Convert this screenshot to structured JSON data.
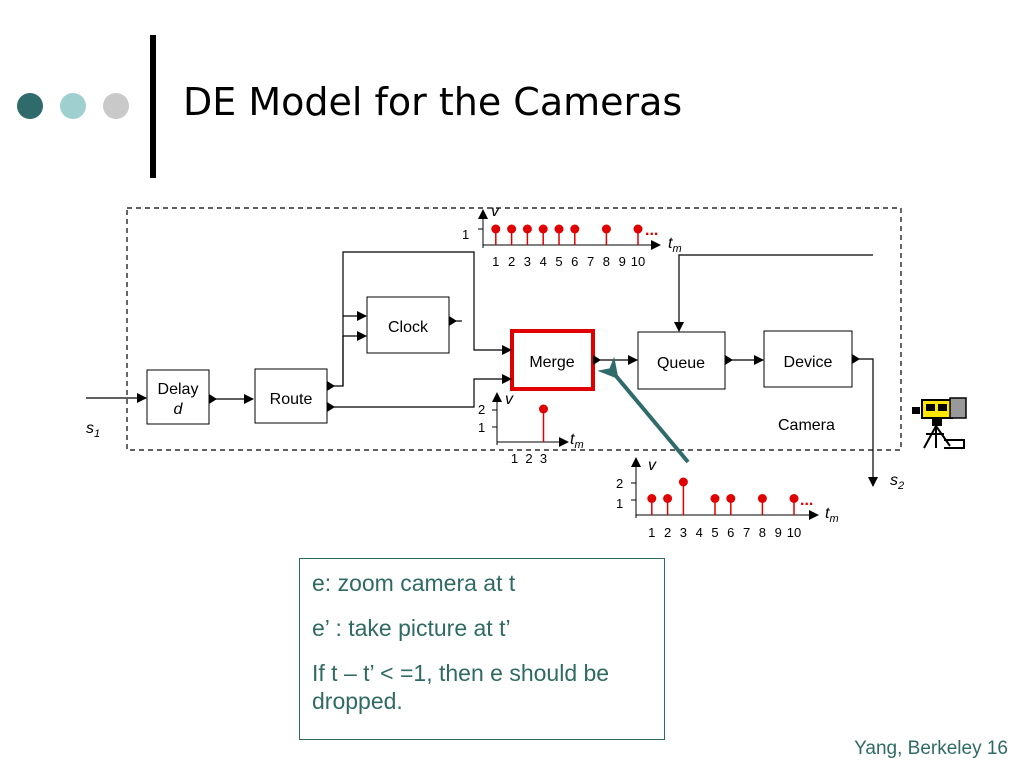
{
  "slide": {
    "title": "DE Model for the Cameras",
    "footer": "Yang, Berkeley 16",
    "colors": {
      "dot1": "#2f6b6b",
      "dot2": "#9fcfcf",
      "dot3": "#c9c9c9",
      "accent_text": "#2f6b63",
      "merge_border": "#e00000",
      "stem": "#e00000",
      "arrow": "#2f6b6b"
    }
  },
  "diagram": {
    "blocks": {
      "delay_line1": "Delay",
      "delay_line2": "d",
      "route": "Route",
      "clock": "Clock",
      "merge": "Merge",
      "queue": "Queue",
      "device": "Device"
    },
    "camera_label": "Camera",
    "s1_main": "s",
    "s1_sub": "1",
    "s2_main": "s",
    "s2_sub": "2",
    "plot_top": {
      "v_label": "v",
      "t_main": "t",
      "t_sub": "m",
      "y_tick": "1",
      "x_ticks": [
        "1",
        "2",
        "3",
        "4",
        "5",
        "6",
        "7",
        "8",
        "9",
        "10"
      ],
      "ellipsis": "...",
      "events": [
        [
          1,
          1
        ],
        [
          2,
          1
        ],
        [
          3,
          1
        ],
        [
          4,
          1
        ],
        [
          5,
          1
        ],
        [
          6,
          1
        ],
        [
          8,
          1
        ],
        [
          10,
          1
        ]
      ]
    },
    "plot_mid": {
      "v_label": "v",
      "t_main": "t",
      "t_sub": "m",
      "y_ticks": [
        "2",
        "1"
      ],
      "x_ticks": [
        "1",
        "2",
        "3"
      ],
      "events": [
        [
          3,
          2
        ]
      ]
    },
    "plot_bottom": {
      "v_label": "v",
      "t_main": "t",
      "t_sub": "m",
      "y_ticks": [
        "2",
        "1"
      ],
      "x_ticks": [
        "1",
        "2",
        "3",
        "4",
        "5",
        "6",
        "7",
        "8",
        "9",
        "10"
      ],
      "ellipsis": "...",
      "events": [
        [
          1,
          1
        ],
        [
          2,
          1
        ],
        [
          3,
          2
        ],
        [
          5,
          1
        ],
        [
          6,
          1
        ],
        [
          8,
          1
        ],
        [
          10,
          1
        ]
      ]
    }
  },
  "annotation": {
    "line1": "e: zoom camera at t",
    "line2": "e’ : take picture at t’",
    "line3": "If t – t’ < =1, then e should be dropped."
  }
}
